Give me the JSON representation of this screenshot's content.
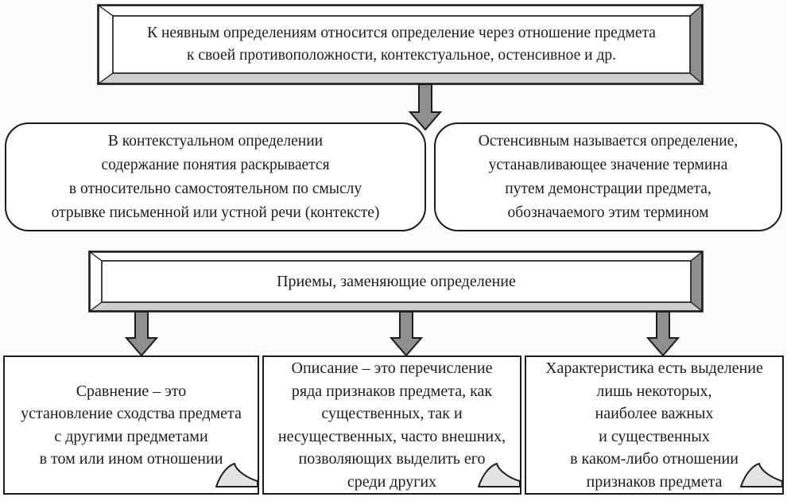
{
  "diagram": {
    "colors": {
      "ink": "#1c1c1c",
      "paper": "#fcfcfc",
      "box_fill": "#ffffff",
      "bevel_light": "#ffffff",
      "bevel_side": "#8f8f8f",
      "bevel_bottom": "#cfcfcf",
      "arrow_fill": "#8f8f8f",
      "curl_fill": "#e3e3e3"
    },
    "top_box": {
      "lines": [
        "К неявным определениям относится определение через отношение предмета",
        "к своей противоположности, контекстуальное, остенсивное и др."
      ]
    },
    "contextual_box": {
      "lines": [
        "В контекстуальном определении",
        "содержание понятия раскрывается",
        "в относительно самостоятельном по смыслу",
        "отрывке письменной или устной речи (контексте)"
      ]
    },
    "ostensive_box": {
      "lines": [
        "Остенсивным называется определение,",
        "устанавливающее значение термина",
        "путем демонстрации предмета,",
        "обозначаемого этим термином"
      ]
    },
    "methods_box": {
      "label": "Приемы, заменяющие определение"
    },
    "comparison_note": {
      "lines": [
        "Сравнение – это",
        "установление сходства предмета",
        "с другими предметами",
        "в том или ином отношении"
      ]
    },
    "description_note": {
      "lines": [
        "Описание – это перечисление",
        "ряда признаков предмета, как",
        "существенных, так и",
        "несущественных, часто внешних,",
        "позволяющих выделить его",
        "среди других"
      ]
    },
    "characteristic_note": {
      "lines": [
        "Характеристика есть выделение",
        "лишь некоторых,",
        "наиболее важных",
        "и существенных",
        "в каком-либо отношении",
        "признаков предмета"
      ]
    }
  }
}
